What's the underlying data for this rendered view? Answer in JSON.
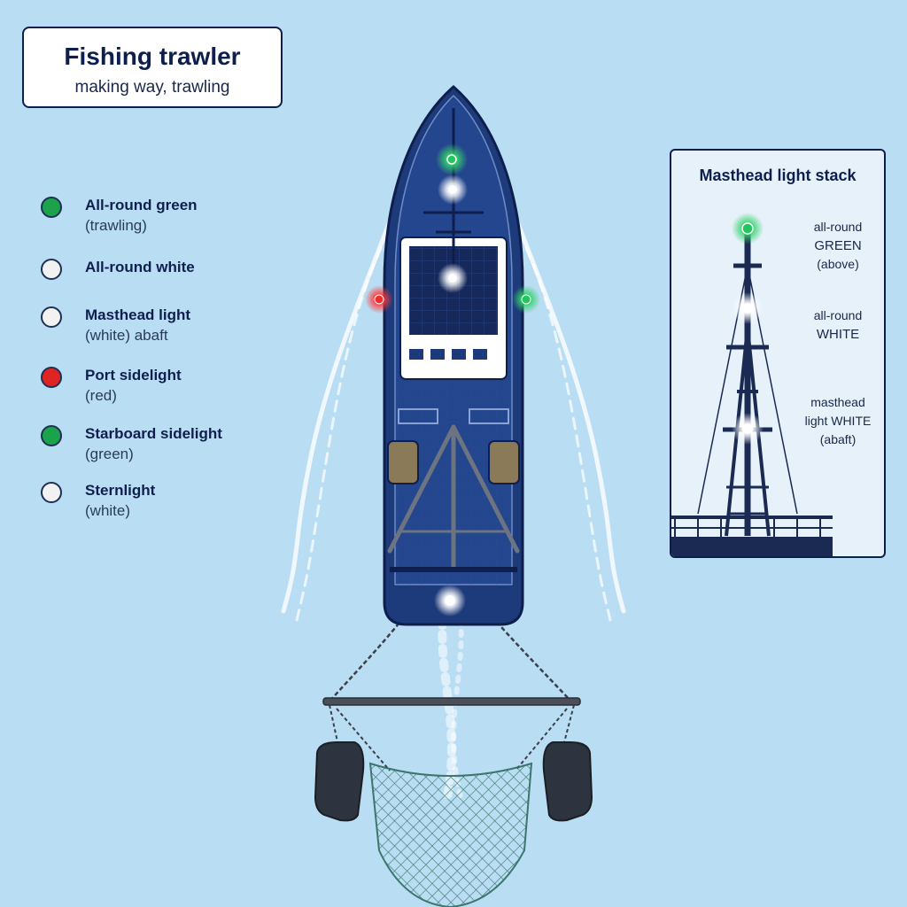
{
  "title": {
    "heading": "Fishing trawler",
    "subheading": "making way, trawling"
  },
  "legend": [
    {
      "label": "All-round green",
      "note": "(trawling)",
      "color": "#1aa34a",
      "icon": "green-light-icon"
    },
    {
      "label": "All-round white",
      "note": "",
      "color": "#f2f2f2",
      "icon": "white-light-icon"
    },
    {
      "label": "Masthead light",
      "note": "(white) abaft",
      "color": "#f2f2f2",
      "icon": "white-light-icon"
    },
    {
      "label": "Port sidelight",
      "note": "(red)",
      "color": "#e02424",
      "icon": "red-light-icon"
    },
    {
      "label": "Starboard sidelight",
      "note": "(green)",
      "color": "#1aa34a",
      "icon": "green-light-icon"
    },
    {
      "label": "Sternlight",
      "note": "(white)",
      "color": "#f2f2f2",
      "icon": "white-light-icon"
    }
  ],
  "masthead_stack": {
    "title": "Masthead light stack",
    "labels": [
      {
        "line1": "all-round",
        "line2": "GREEN",
        "line3": "(above)"
      },
      {
        "line1": "all-round",
        "line2": "WHITE",
        "line3": ""
      },
      {
        "line1": "masthead",
        "line2": "light WHITE",
        "line3": "(abaft)"
      }
    ]
  },
  "colors": {
    "sea": "#b9ddf3",
    "hull": "#1d3a7a",
    "hull_dark": "#0f1f4d",
    "green_light": "#22c55e",
    "red_light": "#ef2b2b",
    "white_light": "#ffffff"
  }
}
